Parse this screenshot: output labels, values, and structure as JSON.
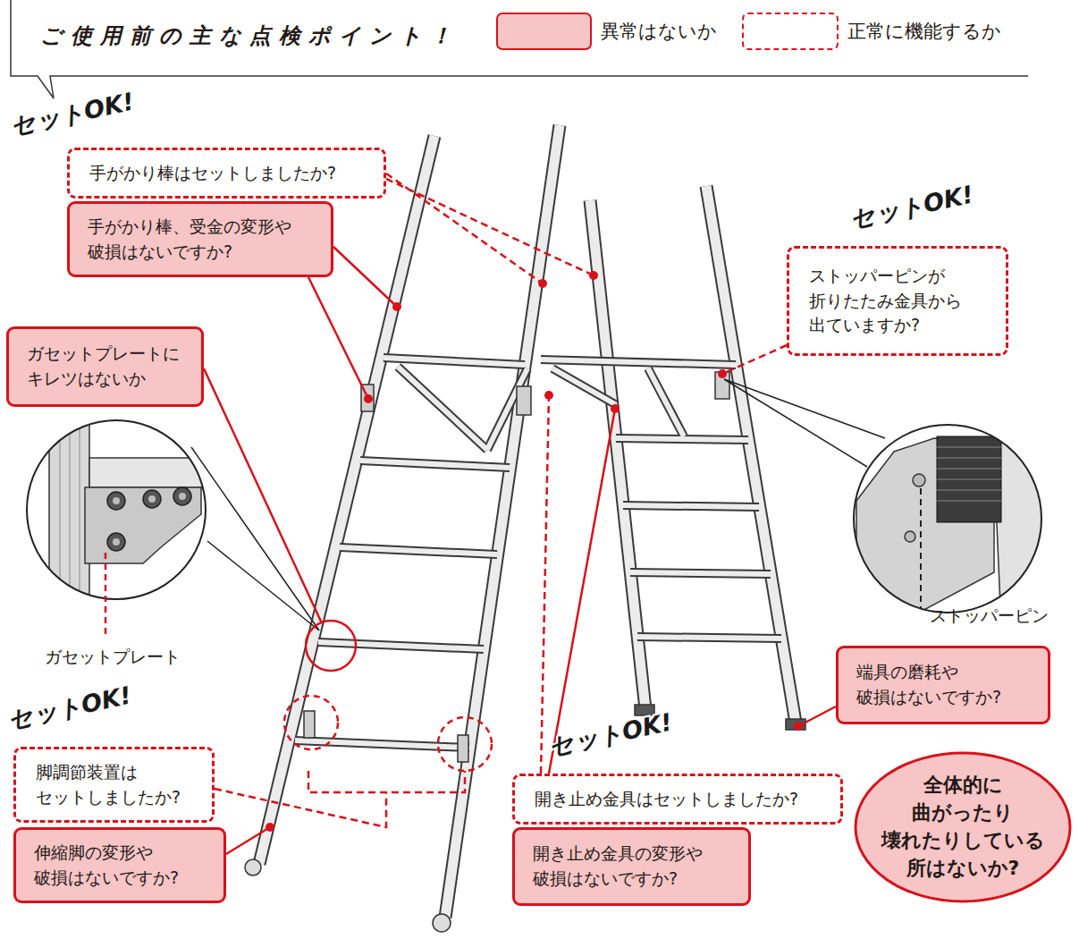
{
  "diagram": {
    "title": "ご使用前の主な点検ポイント！",
    "nodes": [
      {
        "text": [
          "セットOK!",
          "手がかり棒はセットしましたか?"
        ]
      },
      {
        "text": [
          "手がかり棒、受金の変形や 破損はないですか?"
        ]
      },
      {
        "text": [
          "ガセットプレートに キレツはないか"
        ]
      },
      {
        "text": [
          "セットOK!",
          "ストッパーピンが 折りたたみ金具から 出ていますか?"
        ]
      },
      {
        "text": [
          "端具の磨耗や 破損はないですか?"
        ]
      },
      {
        "text": [
          "セットOK!",
          "脚調節装置は セットしましたか?"
        ]
      },
      {
        "text": [
          "伸縮脚の変形や 破損はないですか?"
        ]
      },
      {
        "text": [
          "セットOK!",
          "開き止め金具はセットしましたか?"
        ]
      },
      {
        "text": [
          "開き止め金具の変形や 破損はないですか?"
        ]
      },
      {
        "text": [
          "全体的に 曲がったり 壊れたりしている 所はないか?"
        ]
      }
    ],
    "labels": [
      "ガセットプレート",
      "ストッパーピン"
    ],
    "legend": [
      {
        "text": "異常はないか",
        "color": "#f7c5c5"
      },
      {
        "text": "正常に機能するか"
      }
    ]
  }
}
